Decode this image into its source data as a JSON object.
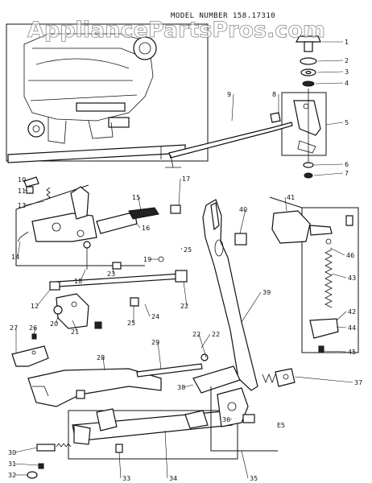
{
  "header": {
    "model_number": "MODEL NUMBER 158.17310",
    "watermark": "AppliancePartsPros.com"
  },
  "part_numbers": [
    "1",
    "2",
    "3",
    "4",
    "5",
    "6",
    "7",
    "8",
    "9",
    "10",
    "11",
    "12",
    "13",
    "14",
    "15",
    "16",
    "17",
    "18",
    "19",
    "20",
    "21",
    "22",
    "22",
    "22",
    "23",
    "24",
    "25",
    "25",
    "26",
    "27",
    "28",
    "29",
    "30",
    "31",
    "32",
    "33",
    "34",
    "35",
    "36",
    "37",
    "38",
    "39",
    "40",
    "41",
    "42",
    "43",
    "44",
    "45",
    "46"
  ],
  "section_code": "E5",
  "colors": {
    "ink": "#111111",
    "paper": "#ffffff",
    "watermark_outline": "#8a8a8a"
  }
}
